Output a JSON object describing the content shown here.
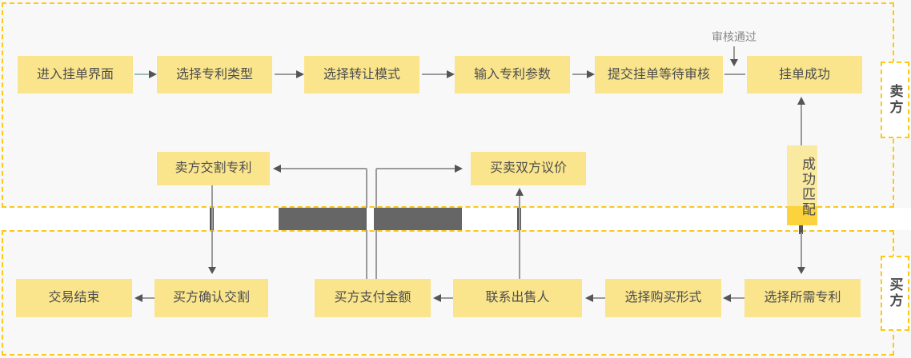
{
  "lanes": {
    "seller": {
      "label": "卖方"
    },
    "buyer": {
      "label": "买方"
    }
  },
  "annotations": {
    "review_passed": "审核通过"
  },
  "nodes": {
    "enter_listing": {
      "label": "进入挂单界面"
    },
    "select_patent_type": {
      "label": "选择专利类型"
    },
    "select_transfer_mode": {
      "label": "选择转让模式"
    },
    "input_patent_params": {
      "label": "输入专利参数"
    },
    "submit_listing_review": {
      "label": "提交挂单等待审核"
    },
    "listing_success": {
      "label": "挂单成功"
    },
    "seller_deliver_patent": {
      "label": "卖方交割专利"
    },
    "negotiate_price": {
      "label": "买卖双方议价"
    },
    "match_success": {
      "label": "成功匹配"
    },
    "deal_finished": {
      "label": "交易结束"
    },
    "buyer_confirm_delivery": {
      "label": "买方确认交割"
    },
    "buyer_pay_amount": {
      "label": "买方支付金额"
    },
    "contact_seller": {
      "label": "联系出售人"
    },
    "choose_purchase_form": {
      "label": "选择购买形式"
    },
    "choose_needed_patent": {
      "label": "选择所需专利"
    }
  },
  "colors": {
    "page_background": "#f8f8f8",
    "band_background": "#ffffff",
    "node_fill": "#fae58c",
    "match_highlight_fill": "#fcd33d",
    "dashed_border": "#fbc916",
    "sync_bar": "#666666",
    "connector_line": "#9a9a9a",
    "connector_teal_line": "#9bbcba",
    "arrow_head": "#555555",
    "node_text": "#4d4d4d",
    "annotation_text": "#888888"
  }
}
